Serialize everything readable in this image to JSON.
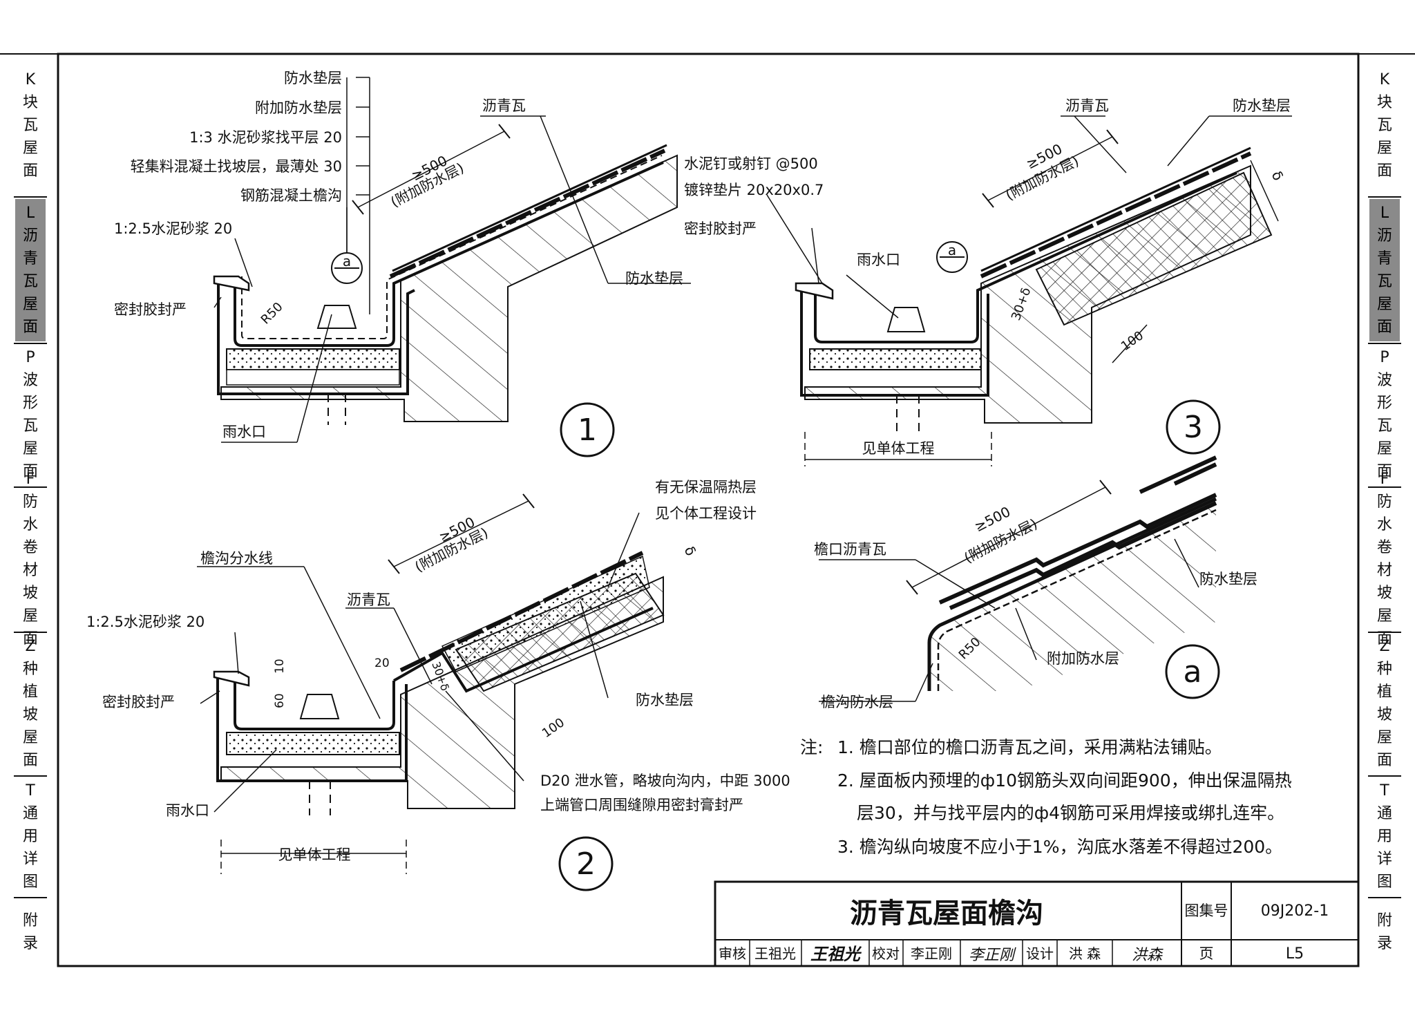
{
  "sidebar_tabs": [
    {
      "code": "K",
      "chars": [
        "块",
        "瓦",
        "屋",
        "面"
      ],
      "active": false
    },
    {
      "code": "L",
      "chars": [
        "沥",
        "青",
        "瓦",
        "屋",
        "面"
      ],
      "active": true
    },
    {
      "code": "P",
      "chars": [
        "波",
        "形",
        "瓦",
        "屋",
        "面"
      ],
      "active": false
    },
    {
      "code": "F",
      "chars": [
        "防",
        "水",
        "卷",
        "材",
        "坡",
        "屋",
        "面"
      ],
      "active": false
    },
    {
      "code": "Z",
      "chars": [
        "种",
        "植",
        "坡",
        "屋",
        "面"
      ],
      "active": false
    },
    {
      "code": "T",
      "chars": [
        "通",
        "用",
        "详",
        "图"
      ],
      "active": false
    },
    {
      "code": "",
      "chars": [
        "附",
        "录"
      ],
      "active": false
    }
  ],
  "detail1": {
    "labels": {
      "waterproof_underlay": "防水垫层",
      "extra_underlay": "附加防水垫层",
      "cement_mortar": "1:3 水泥砂浆找平层 20",
      "lightweight_concrete": "轻集料混凝土找坡层，最薄处 30",
      "rc_gutter": "钢筋混凝土檐沟",
      "asphalt_shingle": "沥青瓦",
      "mortar_20": "1:2.5水泥砂浆 20",
      "sealant": "密封胶封严",
      "underlay_right": "防水垫层",
      "downpipe": "雨水口",
      "dim_500": "≥500",
      "extra_layer": "(附加防水层)",
      "radius": "R50",
      "ref_letter": "a",
      "number": "1"
    }
  },
  "detail3": {
    "labels": {
      "asphalt_shingle": "沥青瓦",
      "waterproof_underlay": "防水垫层",
      "nails": "水泥钉或射钉 @500",
      "washer": "镀锌垫片 20x20x0.7",
      "sealant": "密封胶封严",
      "downpipe": "雨水口",
      "dim_500": "≥500",
      "extra_layer": "(附加防水层)",
      "delta": "δ",
      "dim_30": "30+δ",
      "dim_100": "100",
      "see_building": "见单体工程",
      "ref_letter": "a",
      "number": "3"
    }
  },
  "detail2": {
    "labels": {
      "insulation": "有无保温隔热层",
      "insulation2": "见个体工程设计",
      "dim_500": "≥500",
      "extra_layer": "(附加防水层)",
      "divide_line": "檐沟分水线",
      "asphalt_shingle": "沥青瓦",
      "mortar_20": "1:2.5水泥砂浆 20",
      "sealant": "密封胶封严",
      "underlay": "防水垫层",
      "drain_pipe": "D20 泄水管，略坡向沟内，中距 3000",
      "drain_pipe2": "上端管口周围缝隙用密封膏封严",
      "downpipe": "雨水口",
      "see_building": "见单体工程",
      "dim_10": "10",
      "dim_60": "60",
      "dim_20": "20",
      "dim_30": "30+δ",
      "dim_100": "100",
      "delta": "δ",
      "number": "2"
    }
  },
  "detailA": {
    "labels": {
      "eave_shingle": "檐口沥青瓦",
      "dim_500": "≥500",
      "extra_layer": "(附加防水层)",
      "underlay": "防水垫层",
      "extra_waterproof": "附加防水层",
      "gutter_waterproof": "檐沟防水层",
      "radius": "R50",
      "letter": "a"
    }
  },
  "notes": {
    "prefix": "注:",
    "items": [
      "1. 檐口部位的檐口沥青瓦之间，采用满粘法铺贴。",
      "2. 屋面板内预埋的ф10钢筋头双向间距900，伸出保温隔热",
      "层30，并与找平层内的ф4钢筋可采用焊接或绑扎连牢。",
      "3. 檐沟纵向坡度不应小于1%，沟底水落差不得超过200。"
    ]
  },
  "title_block": {
    "title": "沥青瓦屋面檐沟",
    "atlas_label": "图集号",
    "atlas_no": "09J202-1",
    "review_label": "审核",
    "reviewer": "王祖光",
    "reviewer_sig": "王祖光",
    "check_label": "校对",
    "checker": "李正刚",
    "checker_sig": "李正刚",
    "design_label": "设计",
    "designer": "洪  森",
    "designer_sig": "洪森",
    "page_label": "页",
    "page_no": "L5"
  }
}
